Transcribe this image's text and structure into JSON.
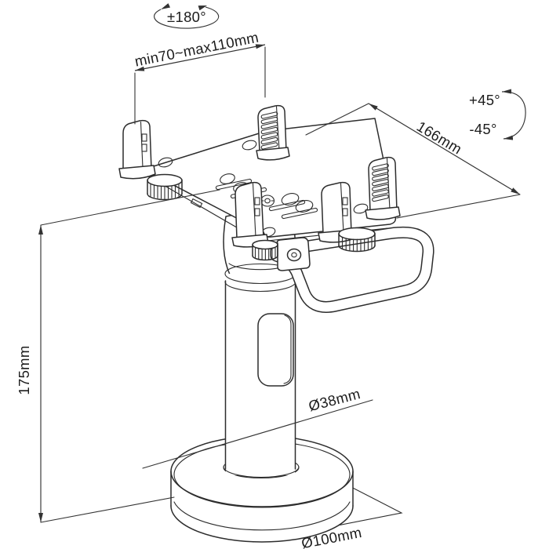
{
  "drawing": {
    "background_color": "#ffffff",
    "line_color": "#2d2d2d",
    "text_color": "#1c1c1c",
    "annotations": {
      "rotation_range": "±180°",
      "clamp_width_range": "min70~max110mm",
      "tilt_up": "+45°",
      "tilt_down": "-45°",
      "plate_depth": "166mm",
      "pole_height": "175mm",
      "pole_diameter": "Ø38mm",
      "base_diameter": "Ø100mm"
    }
  }
}
